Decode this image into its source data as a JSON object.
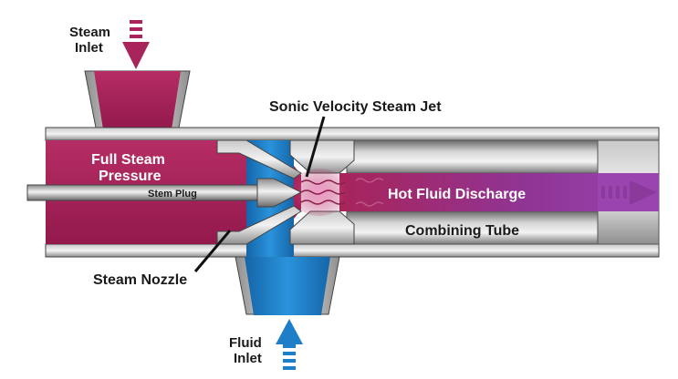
{
  "labels": {
    "steam_inlet_line1": "Steam",
    "steam_inlet_line2": "Inlet",
    "sonic_jet": "Sonic Velocity Steam Jet",
    "full_steam_line1": "Full Steam",
    "full_steam_line2": "Pressure",
    "stem_plug": "Stem Plug",
    "hot_fluid": "Hot Fluid Discharge",
    "combining_tube": "Combining Tube",
    "steam_nozzle": "Steam Nozzle",
    "fluid_inlet_line1": "Fluid",
    "fluid_inlet_line2": "Inlet"
  },
  "colors": {
    "steam": "#a8245a",
    "steam_dark": "#7a1540",
    "fluid": "#1e7fc8",
    "discharge": "#8a3a9a",
    "metal_light": "#e8e8e8",
    "metal_mid": "#a6a6a6",
    "metal_dark": "#5a5a5a"
  },
  "icons": [
    "steam-inlet-arrow-icon",
    "fluid-inlet-arrow-icon",
    "discharge-arrow-icon"
  ]
}
